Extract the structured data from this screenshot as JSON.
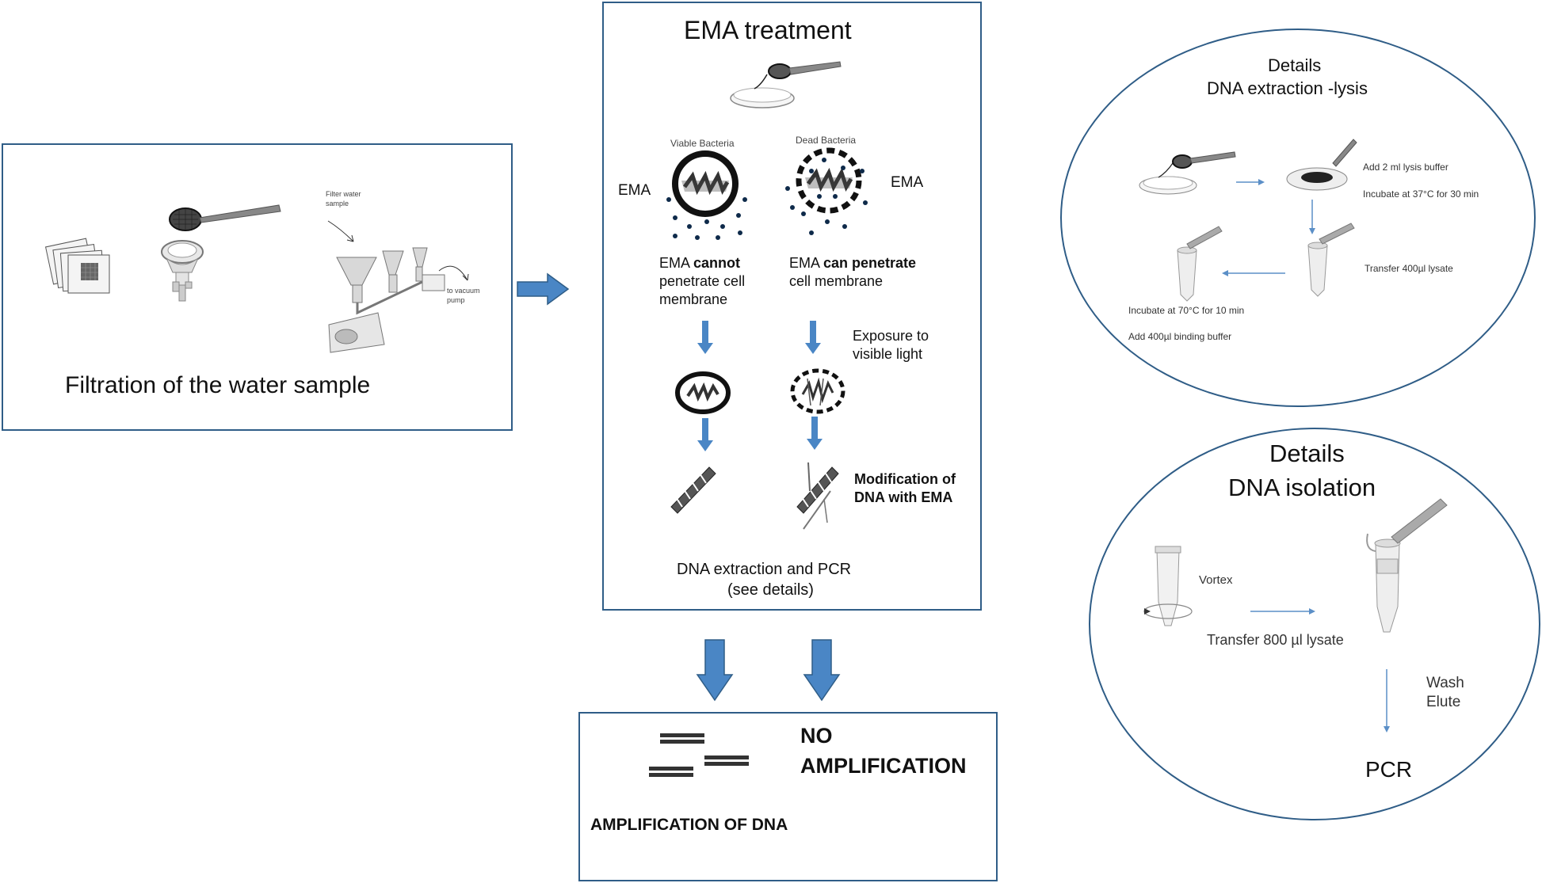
{
  "filtration": {
    "caption": "Filtration of the water sample",
    "filter_label_1": "Filter water",
    "filter_label_2": "sample",
    "pump_label_1": "to vacuum",
    "pump_label_2": "pump"
  },
  "ema": {
    "title": "EMA treatment",
    "viable_label": "Viable Bacteria",
    "dead_label": "Dead Bacteria",
    "ema_left": "EMA",
    "ema_right": "EMA",
    "cannot_line1_a": "EMA ",
    "cannot_line1_b": "cannot",
    "cannot_line2": "penetrate cell",
    "cannot_line3": "membrane",
    "can_line1_a": "EMA ",
    "can_line1_b": "can penetrate",
    "can_line2": "cell membrane",
    "exposure_line1": "Exposure to",
    "exposure_line2": "visible light",
    "modification_line1": "Modification of",
    "modification_line2": "DNA with EMA",
    "extraction_line1": "DNA extraction and PCR",
    "extraction_line2": "(see details)"
  },
  "result": {
    "amplification": "AMPLIFICATION OF DNA",
    "no_amp_line1": "NO",
    "no_amp_line2": "AMPLIFICATION"
  },
  "lysis": {
    "title_line1": "Details",
    "title_line2": "DNA extraction -lysis",
    "step1": "Add 2 ml lysis buffer",
    "step2": "Incubate at 37°C for 30 min",
    "step3": "Transfer 400µl lysate",
    "step4": "Incubate at 70°C for 10 min",
    "step5": "Add 400µl binding buffer"
  },
  "isolation": {
    "title_line1": "Details",
    "title_line2": "DNA isolation",
    "vortex": "Vortex",
    "transfer": "Transfer 800 µl lysate",
    "wash": "Wash",
    "elute": "Elute",
    "pcr": "PCR"
  },
  "colors": {
    "border": "#2f5d87",
    "arrow_fill": "#4a86c5",
    "thin_arrow": "#5b8fc7"
  }
}
